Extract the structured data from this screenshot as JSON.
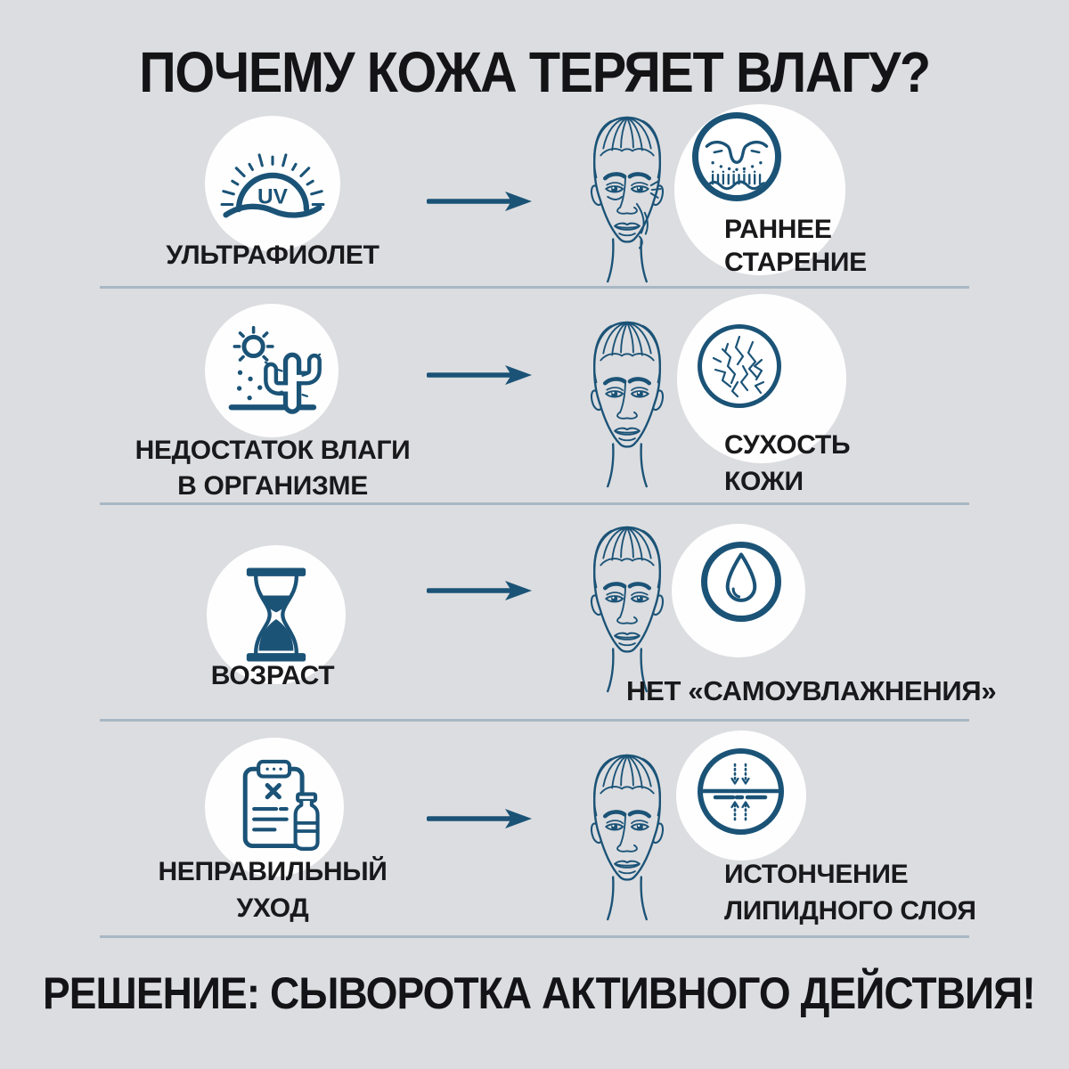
{
  "title": "ПОЧЕМУ КОЖА ТЕРЯЕТ ВЛАГУ?",
  "solution": "РЕШЕНИЕ: СЫВОРОТКА АКТИВНОГО ДЕЙСТВИЯ!",
  "colors": {
    "background": "#dcdde0",
    "accent": "#1b5377",
    "divider": "#a8b7c3",
    "text": "#171719",
    "circle_bg": "#ffffff"
  },
  "rows": [
    {
      "id": "ultraviolet",
      "cause_icon": "uv-sun-icon",
      "cause_lines": [
        "УЛЬТРАФИОЛЕТ",
        ""
      ],
      "face_icon": "woman-face-wrinkled-illustration",
      "effect_icon": "skin-wrinkles-icon",
      "effect_lines": [
        "РАННЕЕ",
        "СТАРЕНИЕ"
      ]
    },
    {
      "id": "dehydration",
      "cause_icon": "desert-cactus-icon",
      "cause_lines": [
        "НЕДОСТАТОК ВЛАГИ",
        "В ОРГАНИЗМЕ"
      ],
      "face_icon": "woman-face-illustration",
      "effect_icon": "cracked-skin-icon",
      "effect_lines": [
        "СУХОСТЬ",
        "КОЖИ"
      ]
    },
    {
      "id": "age",
      "cause_icon": "hourglass-icon",
      "cause_lines": [
        "ВОЗРАСТ",
        ""
      ],
      "face_icon": "woman-face-illustration",
      "effect_icon": "water-drop-icon",
      "effect_lines": [
        "НЕТ «САМОУВЛАЖНЕНИЯ»",
        ""
      ]
    },
    {
      "id": "improper-care",
      "cause_icon": "care-instructions-bottle-icon",
      "cause_lines": [
        "НЕПРАВИЛЬНЫЙ",
        "УХОД"
      ],
      "face_icon": "woman-face-illustration",
      "effect_icon": "lipid-layer-thinning-icon",
      "effect_lines": [
        "ИСТОНЧЕНИЕ",
        "ЛИПИДНОГО СЛОЯ"
      ]
    }
  ]
}
